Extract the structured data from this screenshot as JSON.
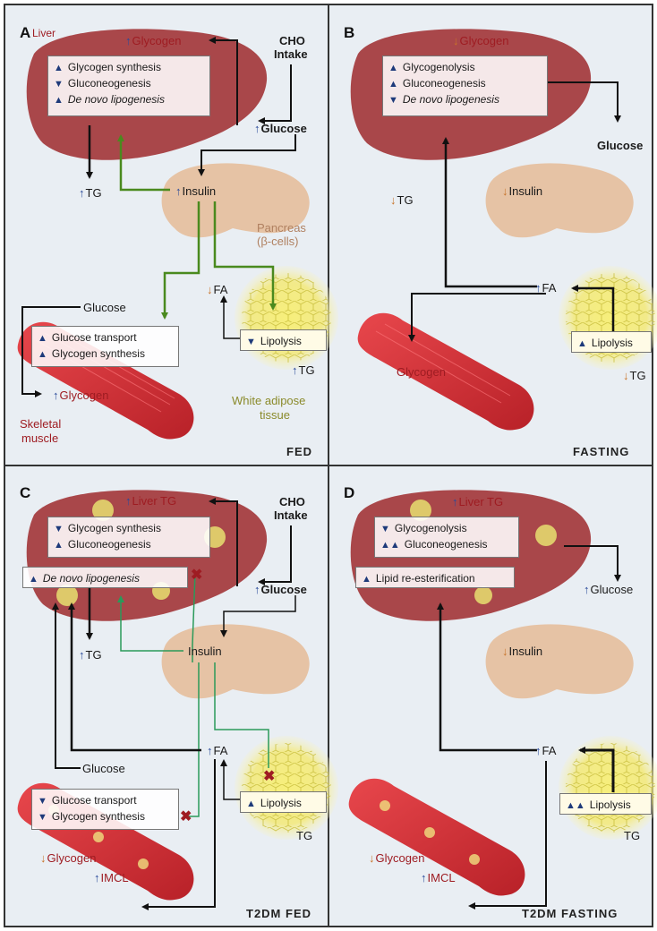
{
  "panels": {
    "A": {
      "letter": "A",
      "footer": "FED",
      "liver": "Liver",
      "glycogen": "Glycogen",
      "cho": "CHO",
      "intake": "Intake",
      "glucose_liver": "Glucose",
      "tg": "TG",
      "insulin": "Insulin",
      "pancreas": "Pancreas",
      "beta_cells": "(β-cells)",
      "glucose_muscle": "Glucose",
      "fa": "FA",
      "tg_adipose": "TG",
      "muscle_glycogen": "Glycogen",
      "skeletal": "Skeletal",
      "muscle": "muscle",
      "white_adipose": "White adipose",
      "tissue": "tissue",
      "liver_box": [
        "Glycogen synthesis",
        "Gluconeogenesis",
        "De novo lipogenesis"
      ],
      "muscle_box": [
        "Glucose transport",
        "Glycogen synthesis"
      ],
      "adipose_box": [
        "Lipolysis"
      ]
    },
    "B": {
      "letter": "B",
      "footer": "FASTING",
      "glycogen": "Glycogen",
      "glucose": "Glucose",
      "tg_liver": "TG",
      "insulin": "Insulin",
      "fa": "FA",
      "muscle_glycogen": "Glycogen",
      "tg_adipose": "TG",
      "liver_box": [
        "Glycogenolysis",
        "Gluconeogenesis",
        "De novo lipogenesis"
      ],
      "adipose_box": [
        "Lipolysis"
      ]
    },
    "C": {
      "letter": "C",
      "footer": "T2DM FED",
      "liver_tg": "Liver TG",
      "cho": "CHO",
      "intake": "Intake",
      "glucose_liver": "Glucose",
      "tg": "TG",
      "insulin": "Insulin",
      "glucose_muscle": "Glucose",
      "fa": "FA",
      "tg_adipose": "TG",
      "muscle_glycogen": "Glycogen",
      "imcl": "IMCL",
      "liver_box": [
        "Glycogen synthesis",
        "Gluconeogenesis"
      ],
      "dnl_box": [
        "De novo lipogenesis"
      ],
      "muscle_box": [
        "Glucose transport",
        "Glycogen synthesis"
      ],
      "adipose_box": [
        "Lipolysis"
      ]
    },
    "D": {
      "letter": "D",
      "footer": "T2DM FASTING",
      "liver_tg": "Liver TG",
      "glucose": "Glucose",
      "insulin": "Insulin",
      "fa": "FA",
      "muscle_glycogen": "Glycogen",
      "imcl": "IMCL",
      "tg_adipose": "TG",
      "liver_box": [
        "Glycogenolysis",
        "Gluconeogenesis"
      ],
      "reester_box": [
        "Lipid re-esterification"
      ],
      "adipose_box": [
        "Lipolysis"
      ]
    }
  },
  "colors": {
    "liver": "#a9474a",
    "pancreas": "#e6c3a5",
    "adipose": "#f2ea8a",
    "muscle": "#d9333a",
    "insulin_arrow": "#4a8a1e",
    "t2dm_arrow": "#2a9a5a",
    "up": "#2a4a9a",
    "down": "#c8742a"
  }
}
